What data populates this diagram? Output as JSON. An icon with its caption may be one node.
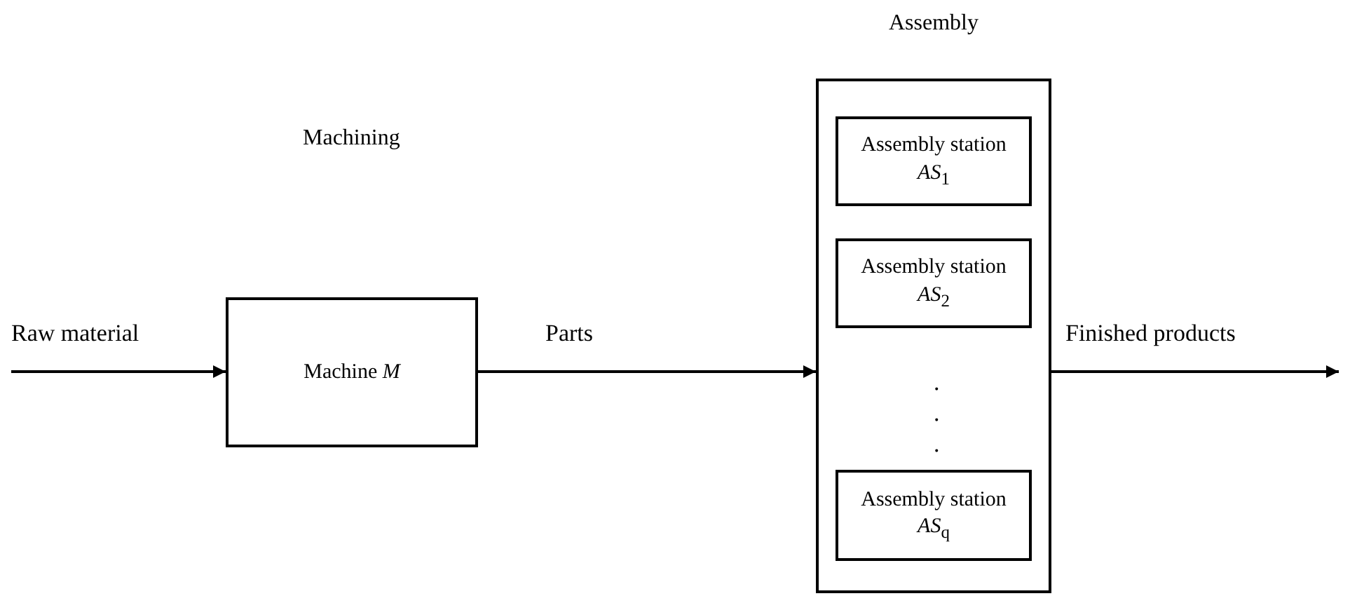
{
  "diagram": {
    "nodes": [
      {
        "text": [
          "Machine *M*"
        ]
      },
      {
        "text": [
          "Assembly"
        ]
      },
      {
        "text": [
          "Assembly station *AS*$_{1}$"
        ],
        "in": 1
      },
      {
        "text": [
          "Assembly station *AS*$_{2}$"
        ],
        "in": 1
      },
      {
        "text": [
          "Assembly station *AS*$_{q}$"
        ],
        "in": 1
      }
    ],
    "edges": [
      {
        "from": null,
        "to": 0,
        "arrow": "to",
        "label": "Raw material"
      },
      {
        "from": 0,
        "to": 1,
        "arrow": "to",
        "label": "Parts"
      },
      {
        "from": 1,
        "to": null,
        "arrow": "to",
        "label": "Finished products"
      }
    ],
    "labels": [
      "Machining",
      ".",
      ".",
      "."
    ]
  }
}
